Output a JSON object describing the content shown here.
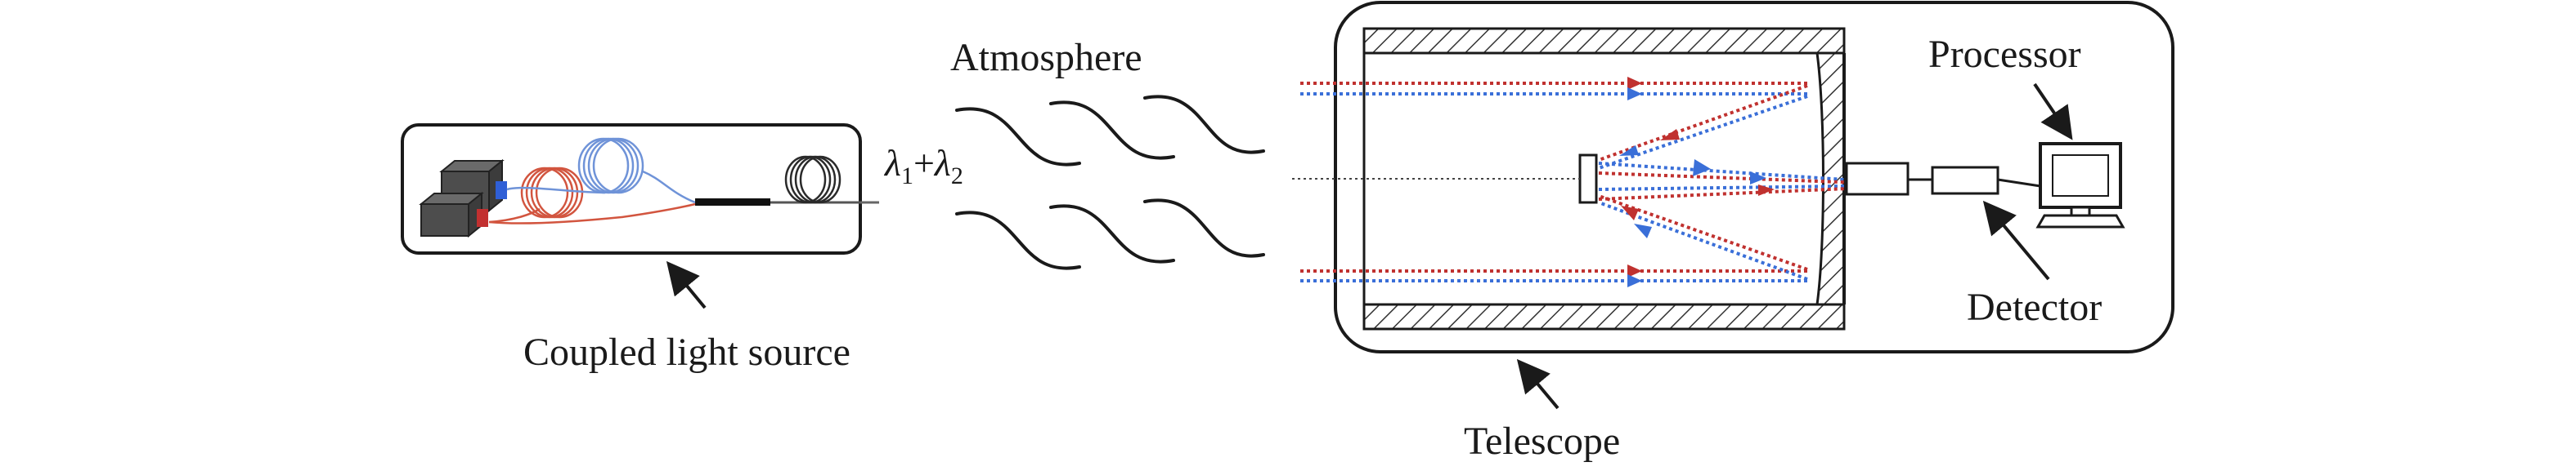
{
  "labels": {
    "atmosphere": "Atmosphere",
    "coupled_light_source": "Coupled light source",
    "telescope": "Telescope",
    "processor": "Processor",
    "detector": "Detector"
  },
  "wavelength_label": {
    "lambda": "λ",
    "sub1": "1",
    "plus": "+",
    "sub2": "2"
  },
  "colors": {
    "red_beam": "#c0312f",
    "blue_beam": "#3a6fd8",
    "red_fiber": "#d2553f",
    "blue_fiber": "#6f93d8",
    "outline": "#1a1a1a"
  }
}
